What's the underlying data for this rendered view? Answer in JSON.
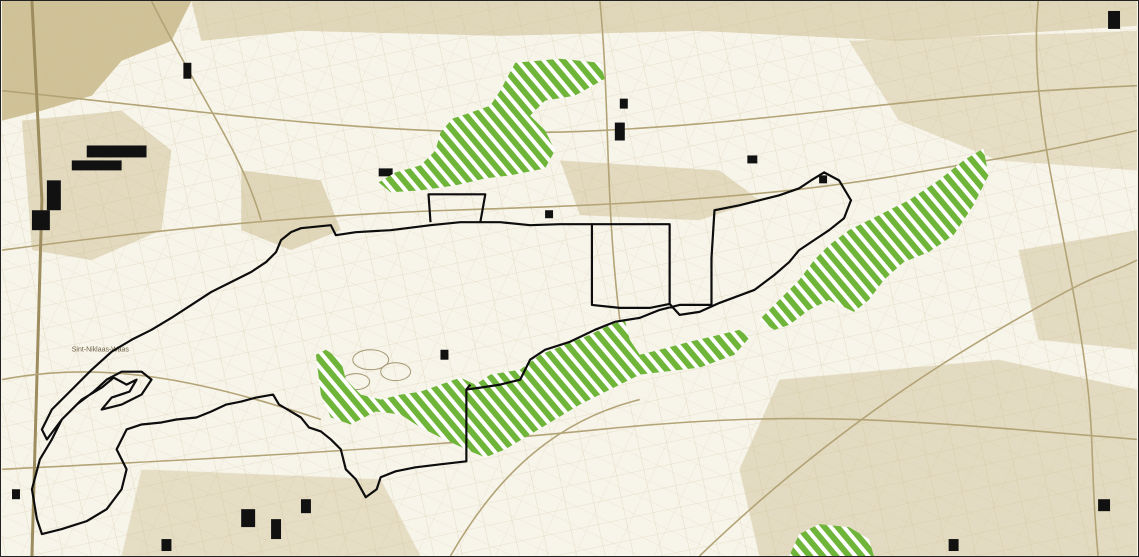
{
  "map": {
    "type": "topographic-base-map",
    "colors": {
      "background": "#f7f4ea",
      "terrain_tan": "#c9b98a",
      "terrain_tan_dark": "#a8965f",
      "road_line": "#b8aa82",
      "building": "#111111",
      "boundary": "#0d0d0d",
      "hatch_green": "#6fb53a",
      "hatch_white": "#ffffff"
    },
    "layers": {
      "base": "topographic-base-map",
      "boundary": "study-area-boundary",
      "hatched": "green-hatched-zones"
    },
    "place_labels": [
      "Sint-Niklaas-Waas"
    ]
  }
}
